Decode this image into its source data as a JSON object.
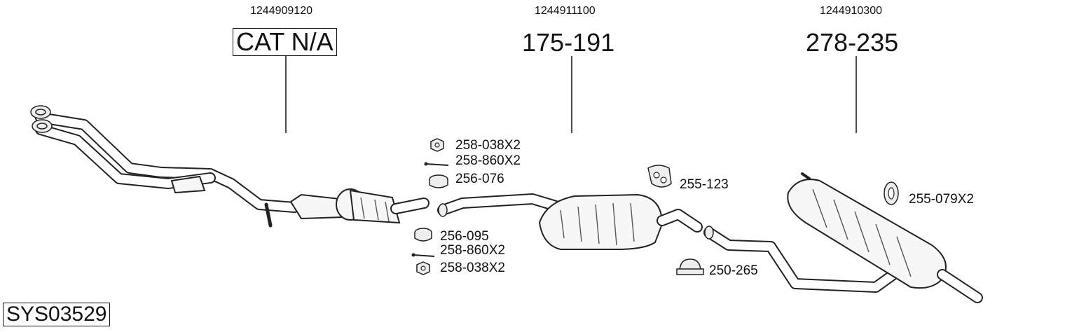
{
  "diagram": {
    "code": "SYS03529",
    "sections": [
      {
        "oem": "1244909120",
        "part": "CAT N/A"
      },
      {
        "oem": "1244911100",
        "part": "175-191"
      },
      {
        "oem": "1244910300",
        "part": "278-235"
      }
    ],
    "fittings": {
      "nut_top": "258-038X2",
      "bolt_top": "258-860X2",
      "ring_top": "256-076",
      "gasket": "256-095",
      "bolt_bottom": "258-860X2",
      "nut_bottom": "258-038X2",
      "hanger_mid": "255-123",
      "hanger_rear": "255-079X2",
      "clamp": "250-265"
    }
  }
}
